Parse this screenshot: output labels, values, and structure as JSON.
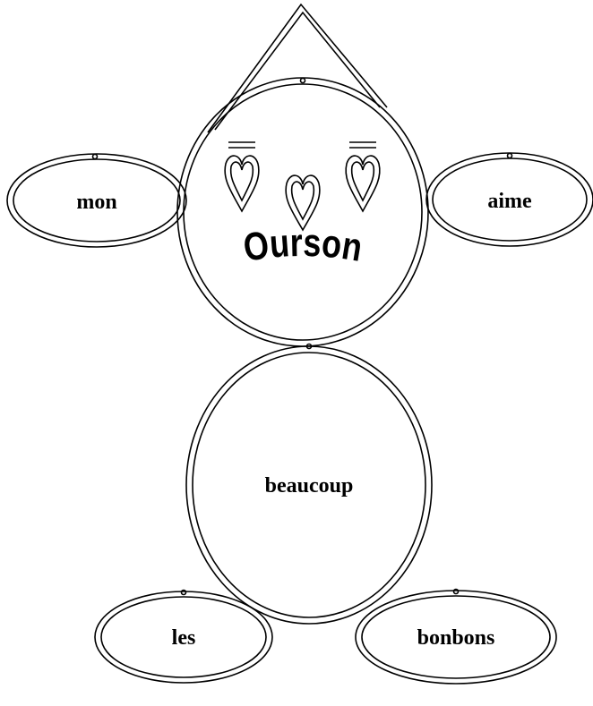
{
  "title": "Ourson",
  "words": {
    "left_arm": "mon",
    "right_arm": "aime",
    "body": "beaucoup",
    "left_foot": "les",
    "right_foot": "bonbons"
  },
  "colors": {
    "ink": "#000000",
    "background": "#ffffff"
  },
  "icons": [
    "heart-icon",
    "heart-icon",
    "heart-icon"
  ]
}
